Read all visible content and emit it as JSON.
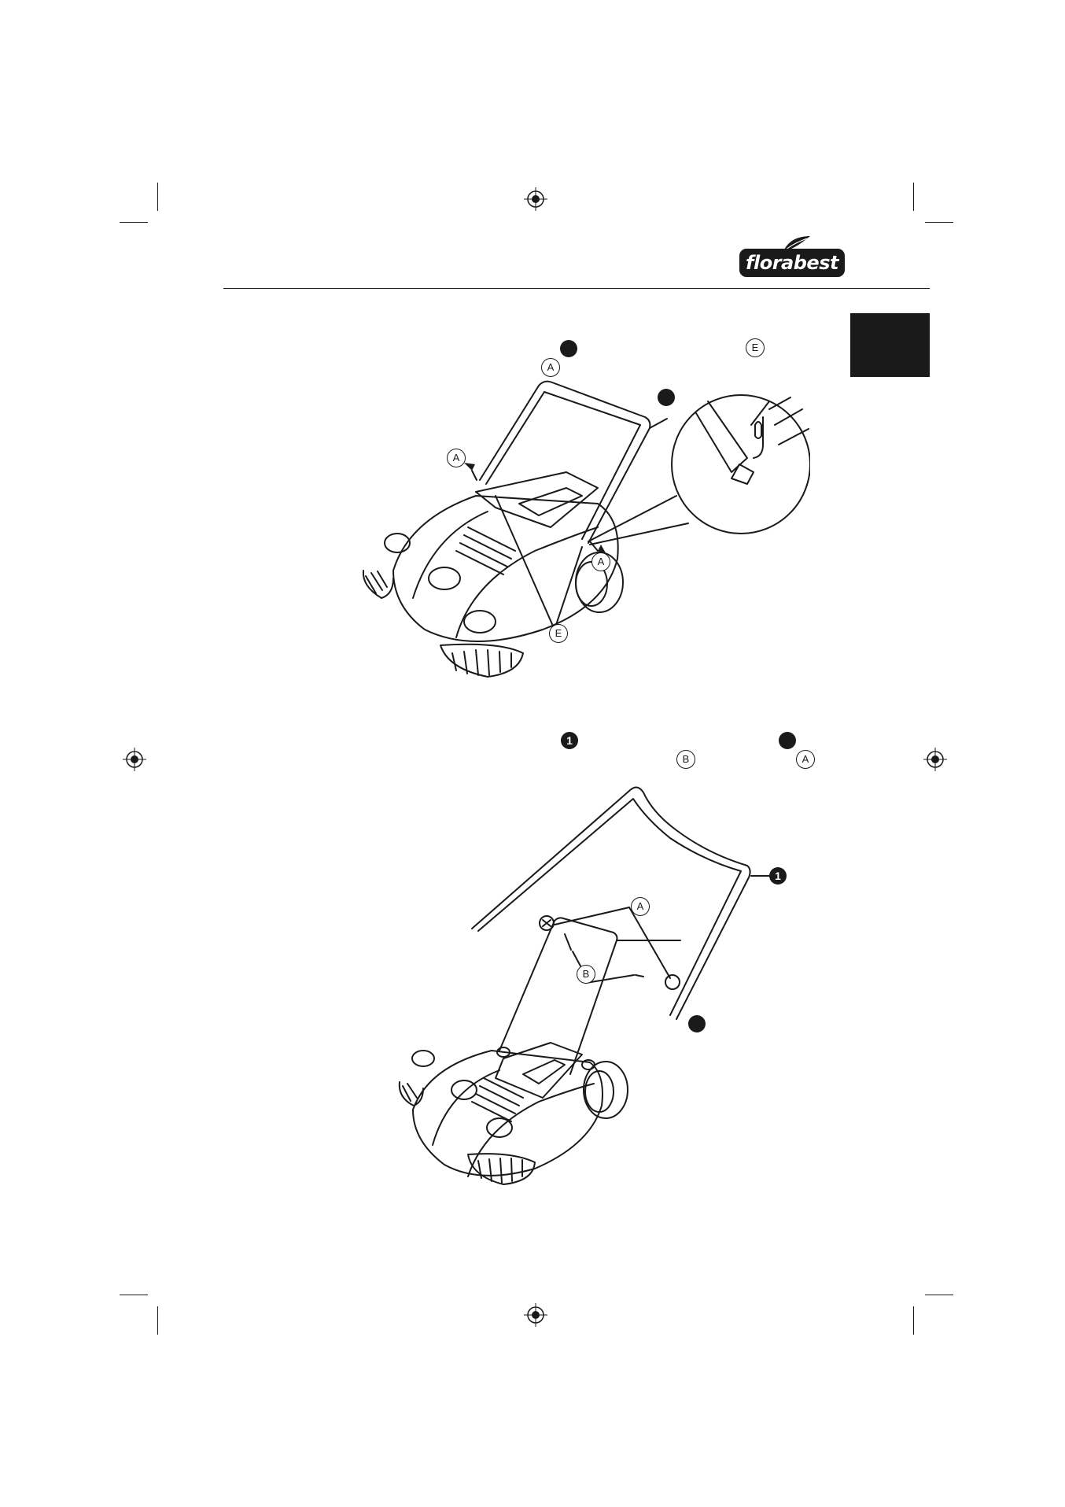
{
  "brand": {
    "logo_text": "florabest",
    "logo_icon": "leaf-icon"
  },
  "colors": {
    "ink": "#1a1a1a",
    "paper": "#ffffff"
  },
  "figure_top": {
    "callouts": {
      "part_a": "A",
      "part_e": "E"
    }
  },
  "figure_bottom": {
    "callouts": {
      "part_1": "1",
      "part_a": "A",
      "part_b": "B"
    }
  }
}
